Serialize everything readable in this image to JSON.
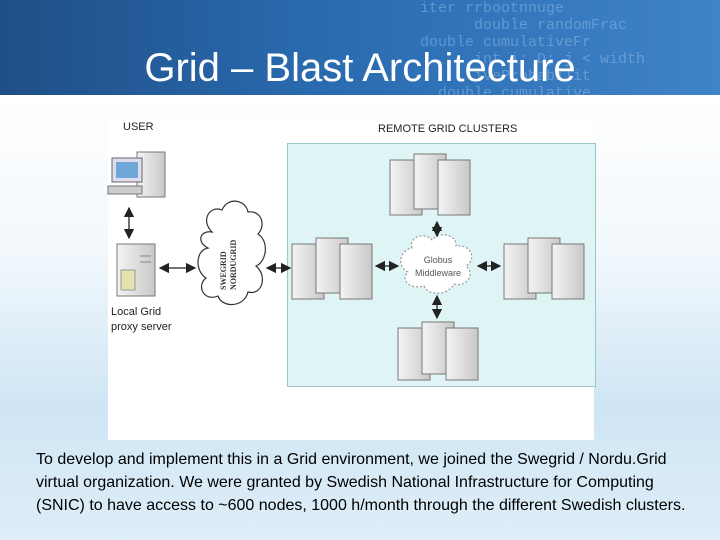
{
  "slide": {
    "title": "Grid – Blast Architecture",
    "caption": "To develop and implement this in a Grid environment, we joined the Swegrid / Nordu.Grid virtual organization. We  were granted by Swedish National Infrastructure for Computing (SNIC) to have access to ~600 nodes, 1000 h/month through the different Swedish clusters."
  },
  "diagram": {
    "user_label": "USER",
    "remote_label": "REMOTE GRID CLUSTERS",
    "cloud_text": [
      "SWEGRID",
      "NORDUGRID"
    ],
    "middleware_text": [
      "Globus",
      "Middleware"
    ],
    "proxy_label": [
      "Local  Grid",
      "proxy server"
    ]
  },
  "colors": {
    "header": "#2a6bb0",
    "cluster_bg": "#dff4f4"
  }
}
